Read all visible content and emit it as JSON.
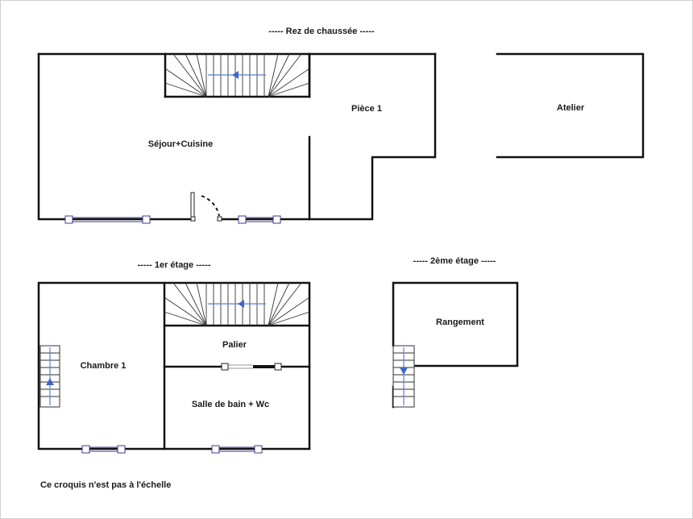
{
  "floors": {
    "ground": {
      "title": "-----  Rez de chaussée  -----",
      "rooms": {
        "sejour": "Séjour+Cuisine",
        "piece1": "Pièce 1",
        "atelier": "Atelier"
      }
    },
    "first": {
      "title": "-----  1er étage  -----",
      "rooms": {
        "chambre1": "Chambre 1",
        "palier": "Palier",
        "sdb": "Salle de bain + Wc"
      }
    },
    "second": {
      "title": "-----  2ème étage  -----",
      "rooms": {
        "rangement": "Rangement"
      }
    }
  },
  "note": "Ce croquis n'est pas à l'échelle"
}
